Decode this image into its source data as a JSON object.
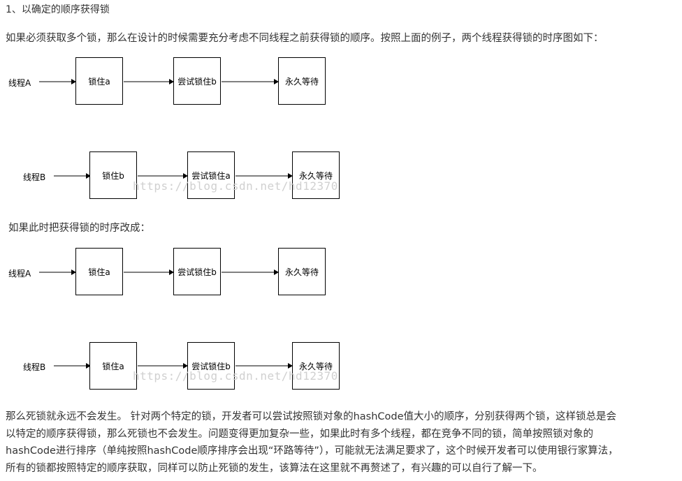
{
  "heading": "1、以确定的顺序获得锁",
  "intro": "如果必须获取多个锁，那么在设计的时候需要充分考虑不同线程之前获得锁的顺序。按照上面的例子，两个线程获得锁的时序图如下：",
  "diagram1": {
    "rowA": {
      "label": "线程A",
      "boxes": [
        "锁住a",
        "尝试锁住b",
        "永久等待"
      ]
    },
    "rowB": {
      "label": "线程B",
      "boxes": [
        "锁住b",
        "尝试锁住a",
        "永久等待"
      ]
    },
    "watermark": "https://blog.csdn.net/hd12370"
  },
  "change": "如果此时把获得锁的时序改成：",
  "diagram2": {
    "rowA": {
      "label": "线程A",
      "boxes": [
        "锁住a",
        "尝试锁住b",
        "永久等待"
      ]
    },
    "rowB": {
      "label": "线程B",
      "boxes": [
        "锁住a",
        "尝试锁住b",
        "永久等待"
      ]
    },
    "watermark": "https://blog.csdn.net/hd12370"
  },
  "conclusion": [
    " 那么死锁就永远不会发生。 针对两个特定的锁，开发者可以尝试按照锁对象的hashCode值大小的顺序，分别获得两个锁，这样锁总是会",
    "以特定的顺序获得锁，那么死锁也不会发生。问题变得更加复杂一些，如果此时有多个线程，都在竞争不同的锁，简单按照锁对象的",
    "hashCode进行排序（单纯按照hashCode顺序排序会出现“环路等待”），可能就无法满足要求了，这个时候开发者可以使用银行家算法，",
    "所有的锁都按照特定的顺序获取，同样可以防止死锁的发生，该算法在这里就不再赘述了，有兴趣的可以自行了解一下。"
  ]
}
